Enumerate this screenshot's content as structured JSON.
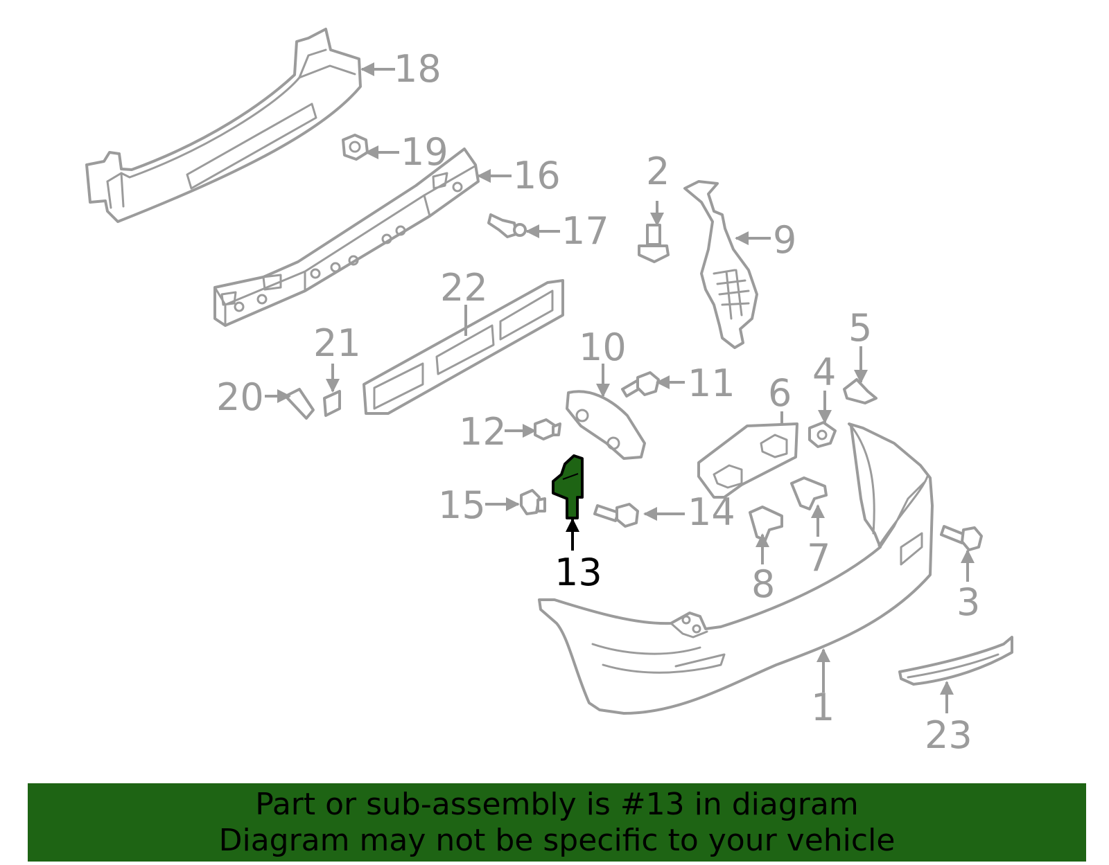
{
  "diagram": {
    "callouts": [
      "1",
      "2",
      "3",
      "4",
      "5",
      "6",
      "7",
      "8",
      "9",
      "10",
      "11",
      "12",
      "13",
      "14",
      "15",
      "16",
      "17",
      "18",
      "19",
      "20",
      "21",
      "22",
      "23"
    ],
    "highlighted_part": "13",
    "highlight_color": "#1e6414",
    "part_outline_color": "#9b9b9b"
  },
  "banner": {
    "line1": "Part or sub-assembly is #13 in diagram",
    "line2": "Diagram may not be specific to your vehicle",
    "background": "#1e6414"
  }
}
